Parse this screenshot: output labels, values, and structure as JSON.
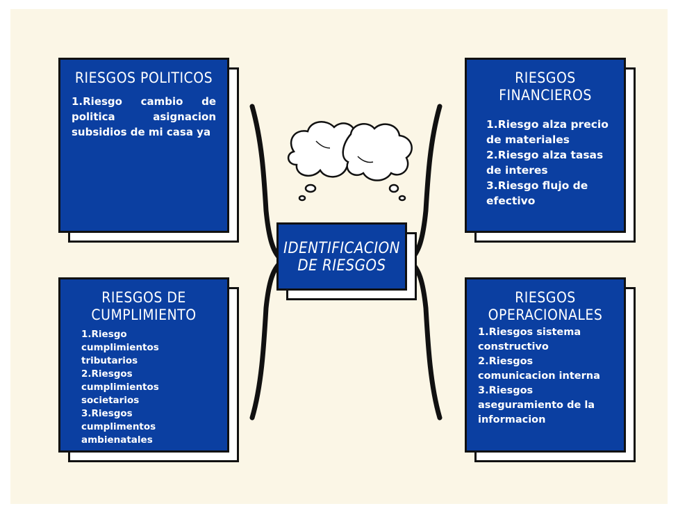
{
  "center": {
    "title": "IDENTIFICACION\nDE RIESGOS"
  },
  "cards": {
    "politicos": {
      "title": "RIESGOS POLITICOS",
      "body": "1.Riesgo cambio de politica asignacion subsidios de mi casa ya"
    },
    "financieros": {
      "title": "RIESGOS\nFINANCIEROS",
      "body": "1.Riesgo alza precio de materiales\n2.Riesgo alza tasas de interes\n3.Riesgo flujo de efectivo"
    },
    "cumplimiento": {
      "title": "RIESGOS DE\nCUMPLIMIENTO",
      "body": "1.Riesgo\ncumplimientos\ntributarios\n2.Riesgos\ncumplimientos\nsocietarios\n3.Riesgos\ncumplimentos\nambienatales"
    },
    "operacionales": {
      "title": "RIESGOS\nOPERACIONALES",
      "body": "1.Riesgos sistema constructivo\n2.Riesgos comunicacion interna\n3.Riesgos aseguramiento de la informacion"
    }
  },
  "colors": {
    "card_fill": "#0b3fa1",
    "background": "#fbf6e6",
    "outline": "#111111"
  },
  "icons": {
    "center_decoration": "thought-cloud-icon"
  }
}
